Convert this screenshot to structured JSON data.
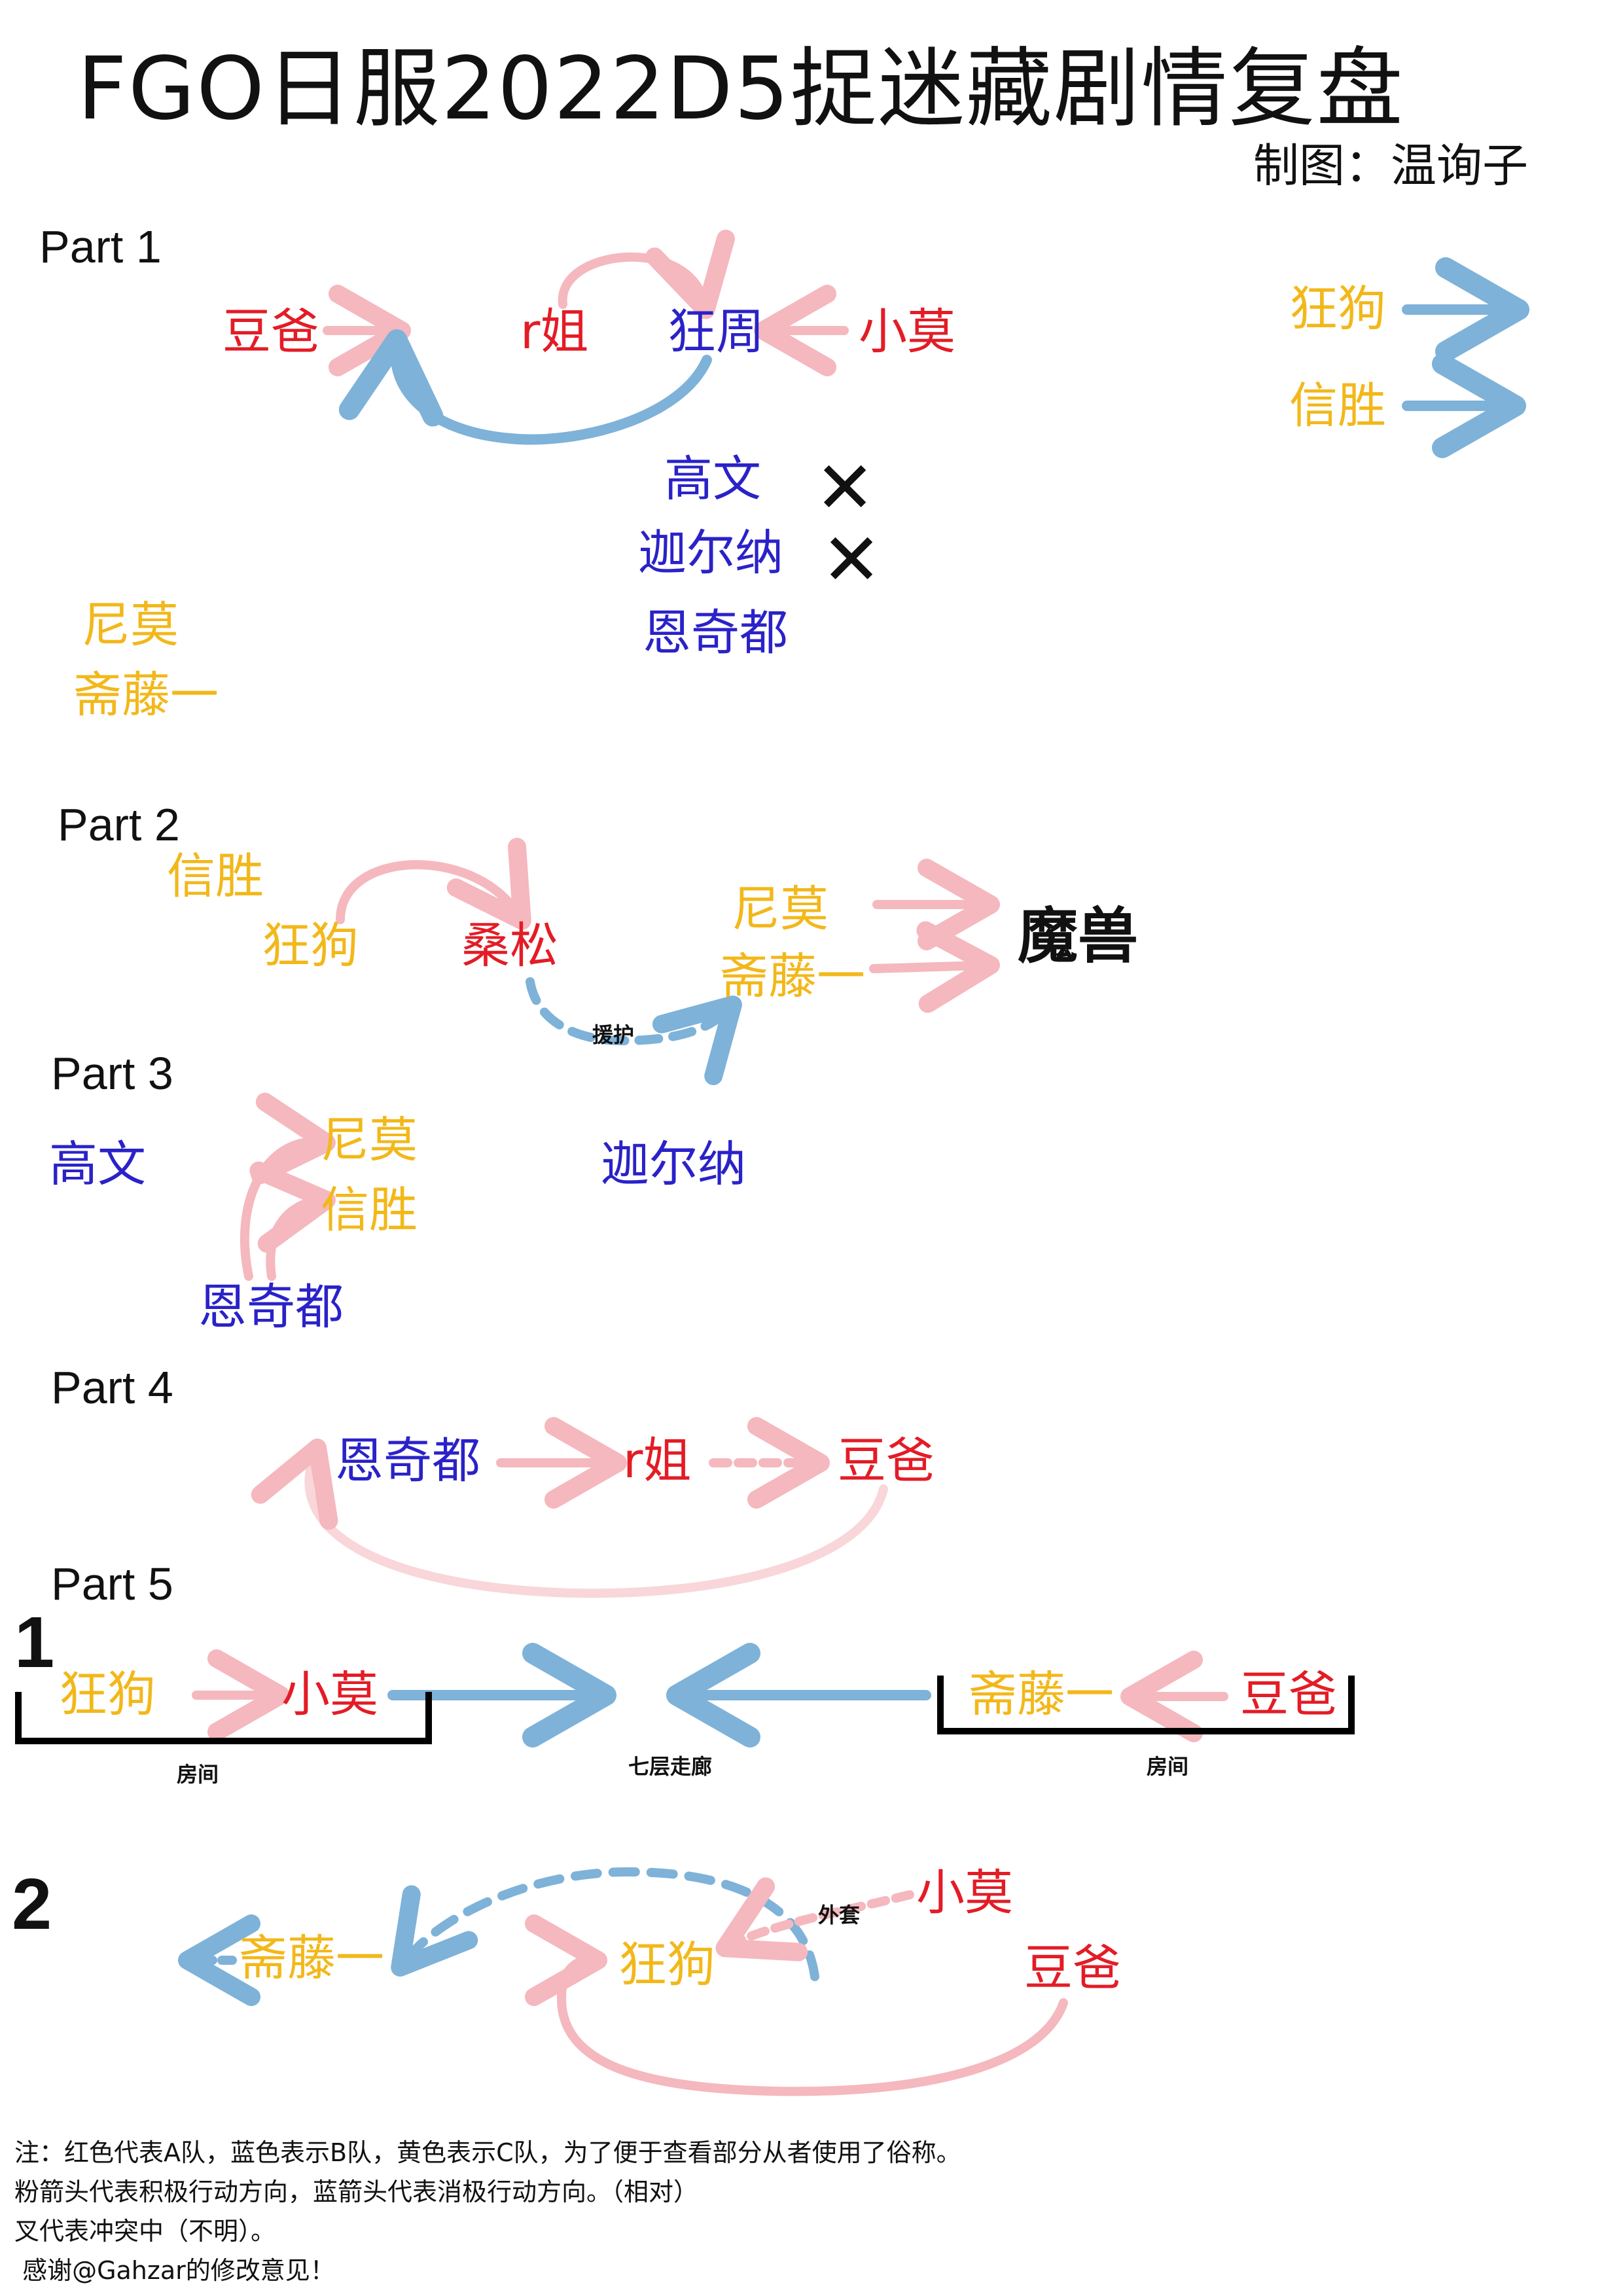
{
  "title": "FGO日服2022D5捉迷藏剧情复盘",
  "author": "制图：温询子",
  "legend": {
    "items": [
      "狂狗",
      "信胜"
    ],
    "pink_color": "#f4b8be",
    "blue_color": "#7eb2d8"
  },
  "part1": {
    "label": "Part 1",
    "doudad": "豆爸",
    "rjie": "r姐",
    "kuangzhou": "狂周",
    "xiaomo": "小莫",
    "gaowen": "高文",
    "jiaerna": "迦尔纳",
    "enqidu": "恩奇都",
    "nimo": "尼莫",
    "zhaiteng": "斋藤一",
    "cross": "✕"
  },
  "part2": {
    "label": "Part 2",
    "xinsheng": "信胜",
    "kuanggou": "狂狗",
    "sangsong": "桑松",
    "nimo": "尼莫",
    "zhaiteng": "斋藤一",
    "mojuu": "魔兽",
    "cover": "援护"
  },
  "part3": {
    "label": "Part 3",
    "gaowen": "高文",
    "nimo": "尼莫",
    "xinsheng": "信胜",
    "jiaerna": "迦尔纳",
    "enqidu": "恩奇都"
  },
  "part4": {
    "label": "Part 4",
    "enqidu": "恩奇都",
    "rjie": "r姐",
    "doudad": "豆爸"
  },
  "part5": {
    "label": "Part 5",
    "step1": "1",
    "step2": "2",
    "kuanggou": "狂狗",
    "xiaomo": "小莫",
    "zhaiteng": "斋藤一",
    "doudad": "豆爸",
    "room": "房间",
    "corridor": "七层走廊",
    "s2_zhaiteng": "斋藤一",
    "s2_kuanggou": "狂狗",
    "s2_xiaomo": "小莫",
    "s2_doudad": "豆爸",
    "coat": "外套"
  },
  "notes": [
    "注：红色代表A队，蓝色表示B队，黄色表示C队，为了便于查看部分从者使用了俗称。",
    "粉箭头代表积极行动方向，蓝箭头代表消极行动方向。（相对）",
    "叉代表冲突中（不明）。",
    " 感谢@Gahzar的修改意见！"
  ]
}
